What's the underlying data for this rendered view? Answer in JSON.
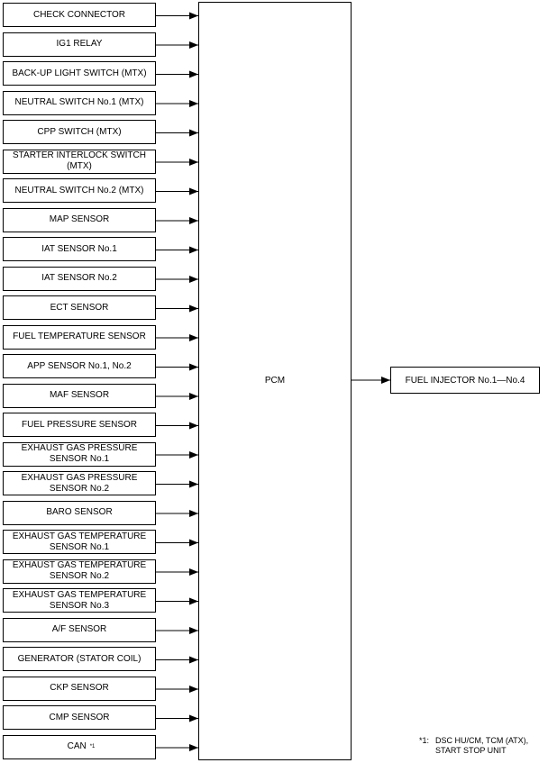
{
  "inputs": [
    {
      "label": "CHECK CONNECTOR"
    },
    {
      "label": "IG1 RELAY"
    },
    {
      "label": "BACK-UP LIGHT SWITCH (MTX)"
    },
    {
      "label": "NEUTRAL SWITCH No.1 (MTX)"
    },
    {
      "label": "CPP SWITCH (MTX)"
    },
    {
      "label": "STARTER INTERLOCK SWITCH (MTX)"
    },
    {
      "label": "NEUTRAL SWITCH No.2 (MTX)"
    },
    {
      "label": "MAP SENSOR"
    },
    {
      "label": "IAT SENSOR No.1"
    },
    {
      "label": "IAT SENSOR No.2"
    },
    {
      "label": "ECT SENSOR"
    },
    {
      "label": "FUEL TEMPERATURE SENSOR"
    },
    {
      "label": "APP SENSOR No.1, No.2"
    },
    {
      "label": "MAF SENSOR"
    },
    {
      "label": "FUEL PRESSURE SENSOR"
    },
    {
      "label": "EXHAUST GAS PRESSURE SENSOR No.1"
    },
    {
      "label": "EXHAUST GAS PRESSURE SENSOR No.2"
    },
    {
      "label": "BARO SENSOR"
    },
    {
      "label": "EXHAUST GAS TEMPERATURE SENSOR No.1"
    },
    {
      "label": "EXHAUST GAS TEMPERATURE SENSOR No.2"
    },
    {
      "label": "EXHAUST GAS TEMPERATURE SENSOR No.3"
    },
    {
      "label": "A/F SENSOR"
    },
    {
      "label": "GENERATOR (STATOR COIL)"
    },
    {
      "label": "CKP SENSOR"
    },
    {
      "label": "CMP SENSOR"
    },
    {
      "label": "CAN",
      "footnote_mark": "*1"
    }
  ],
  "pcm": {
    "label": "PCM"
  },
  "output": {
    "label": "FUEL INJECTOR No.1—No.4"
  },
  "footnote": {
    "mark": "*1:",
    "line1": "DSC HU/CM, TCM (ATX),",
    "line2": "START STOP UNIT"
  }
}
